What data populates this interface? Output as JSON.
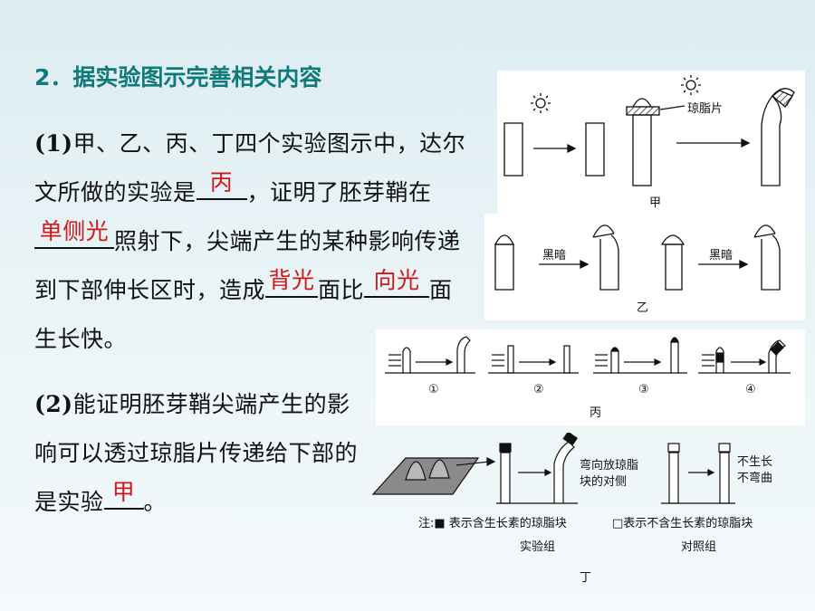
{
  "heading": "2．据实验图示完善相关内容",
  "q1": {
    "num": "(1)",
    "t1": "甲、乙、丙、丁四个实验图示中，达尔文所做的实验是",
    "a1": "丙",
    "t2": "，证明了胚芽鞘在",
    "a2": "单侧光",
    "t3": "照射下，尖端产生的某种影响传递到下部伸长区时，造成",
    "a3": "背光",
    "t4": "面比",
    "a4": "向光",
    "t5": "面生长快。"
  },
  "q2": {
    "num": "(2)",
    "t1": "能证明胚芽鞘尖端产生的影响可以透过琼脂片传递给下部的是实验",
    "a1": "甲",
    "t2": "。"
  },
  "figures": {
    "jia": {
      "caption": "甲",
      "agar_label": "琼脂片"
    },
    "yi": {
      "caption": "乙",
      "dark_label_1": "黑暗",
      "dark_label_2": "黑暗"
    },
    "bing": {
      "caption": "丙",
      "numbers": [
        "①",
        "②",
        "③",
        "④"
      ]
    },
    "ding": {
      "caption": "丁",
      "bend_label_1": "弯向放琼脂",
      "bend_label_2": "块的对侧",
      "nogrow_label_1": "不生长",
      "nogrow_label_2": "不弯曲",
      "note_1": "注:■ 表示含生长素的琼脂块",
      "note_2": "□表示不含生长素的琼脂块",
      "group_exp": "实验组",
      "group_ctrl": "对照组"
    }
  }
}
